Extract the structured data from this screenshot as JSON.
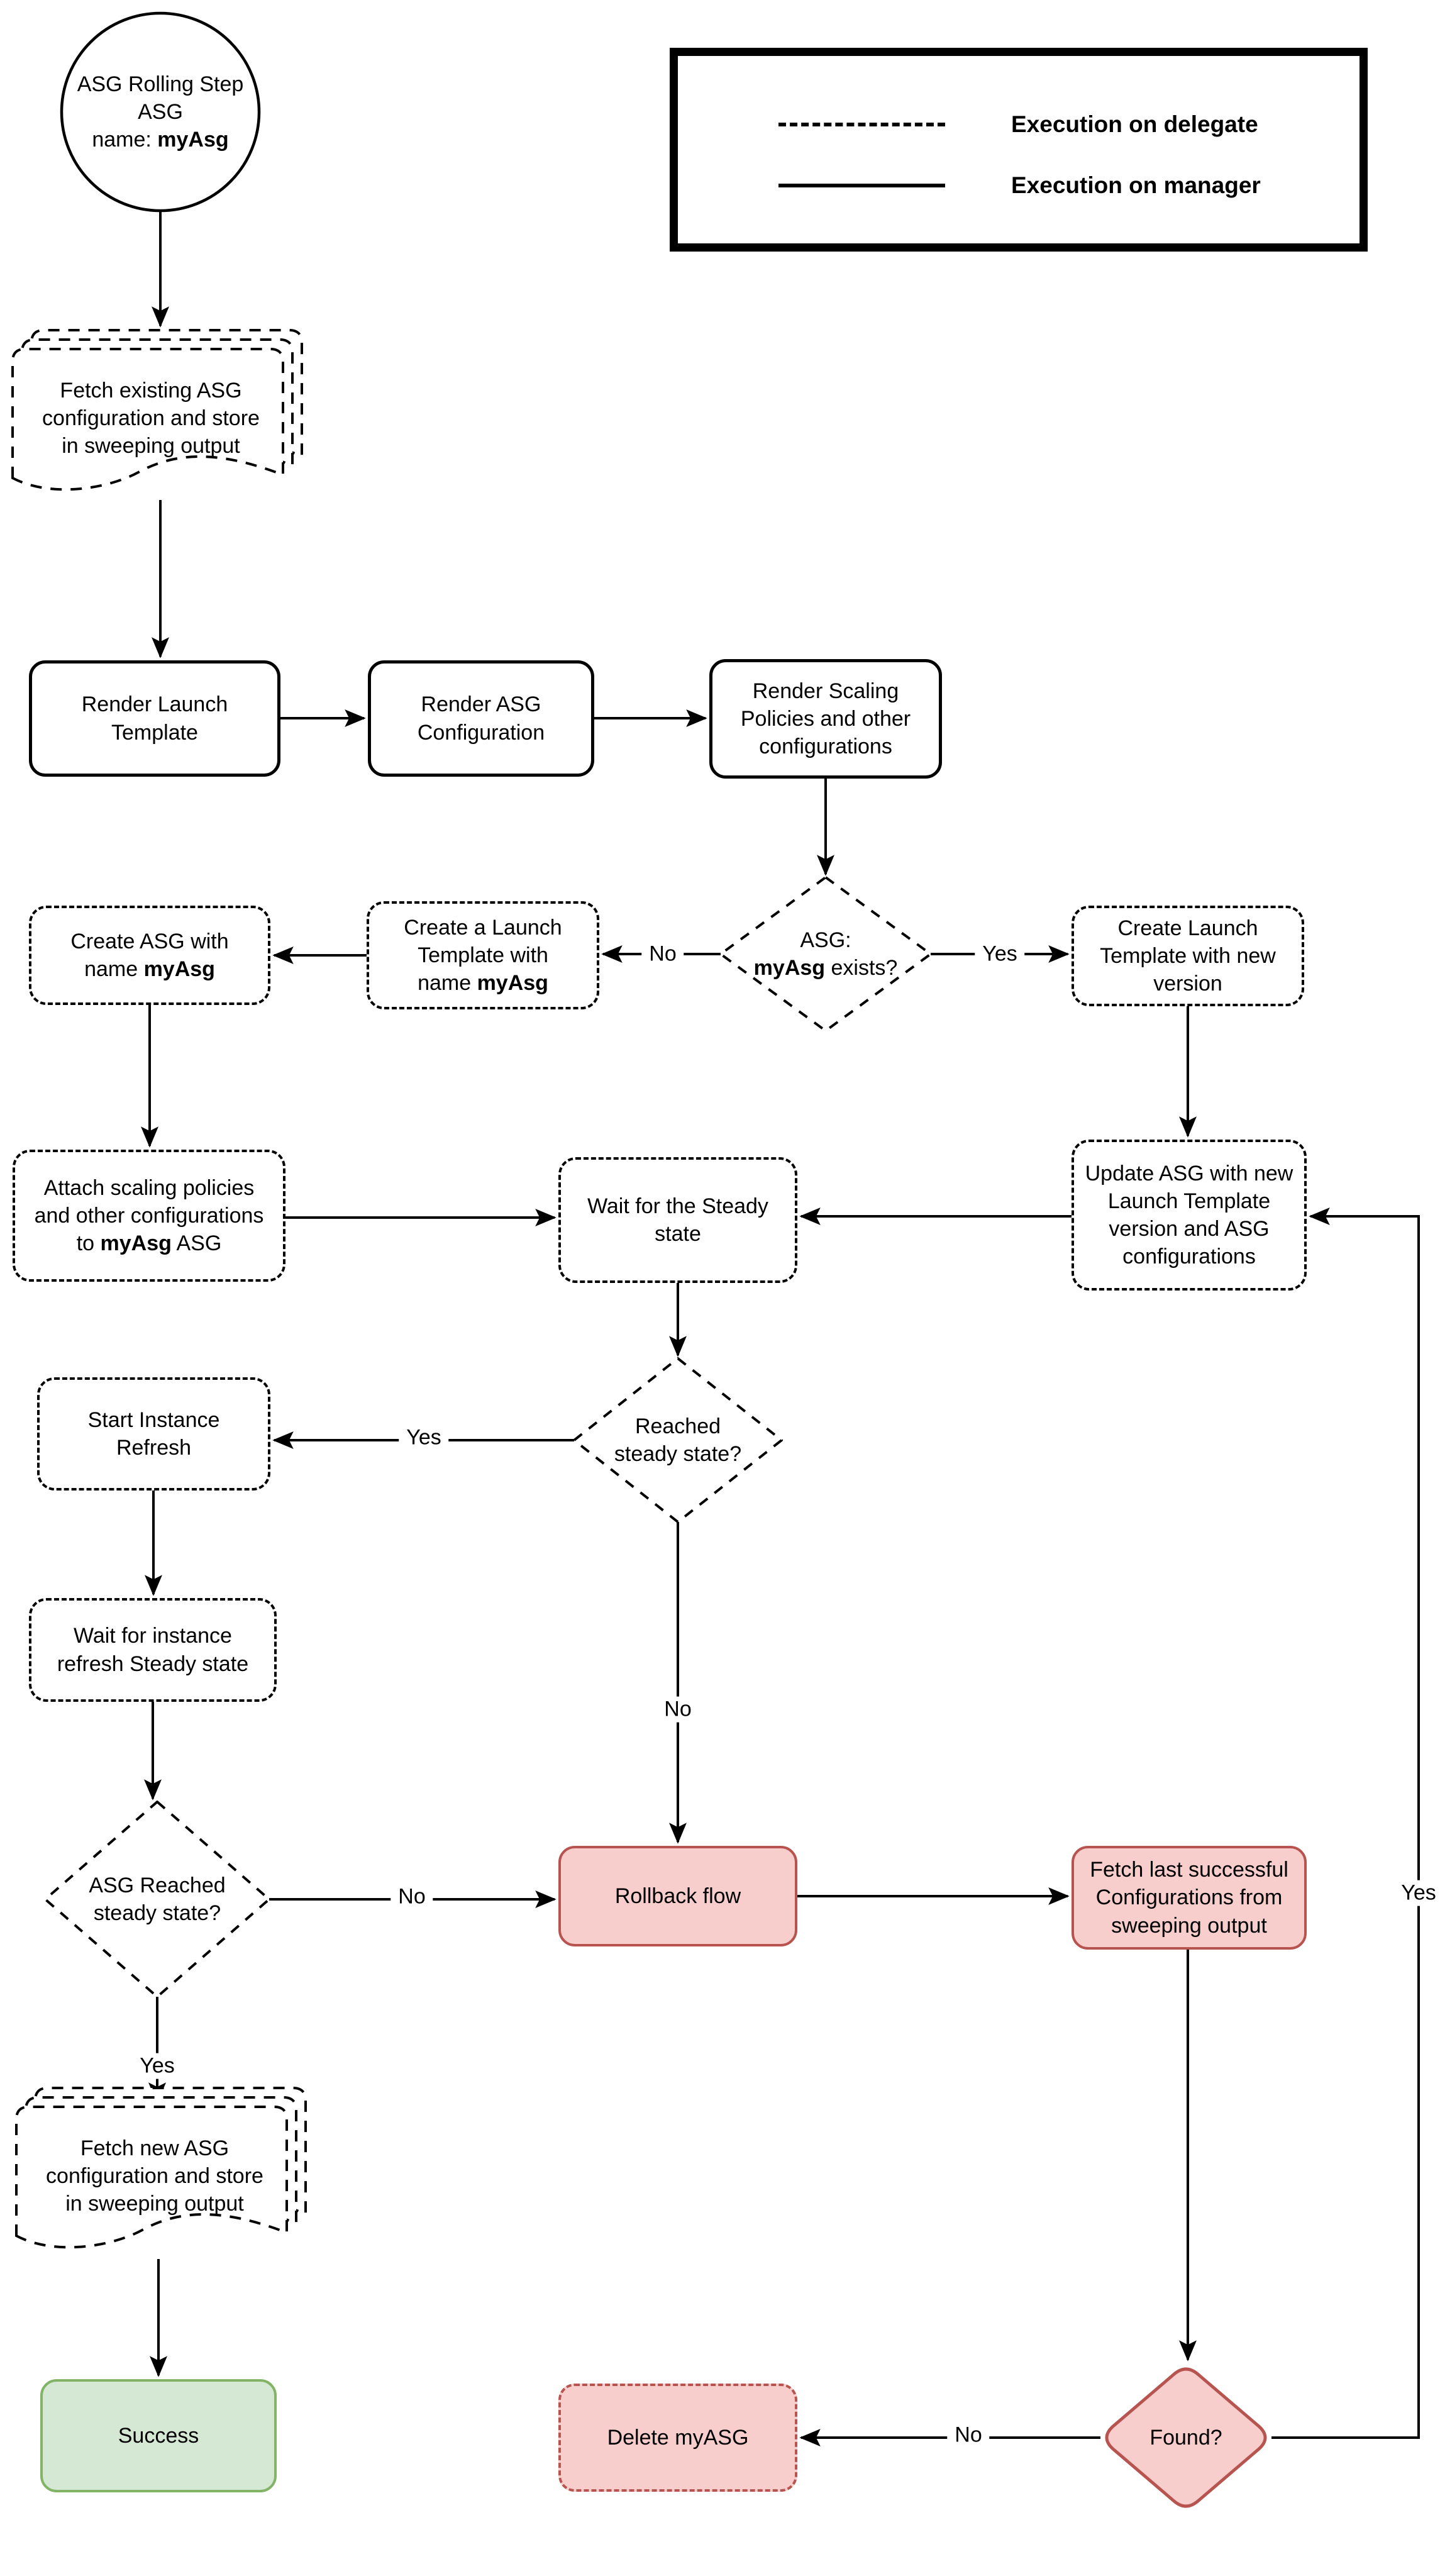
{
  "legend": {
    "delegate_label": "Execution on delegate",
    "manager_label": "Execution on manager"
  },
  "nodes": {
    "start_circle": {
      "line1": "ASG Rolling Step",
      "line2": "ASG",
      "line3_prefix": "name: ",
      "line3_bold": "myAsg"
    },
    "fetch_existing": {
      "text": "Fetch existing ASG\nconfiguration and store\nin sweeping output"
    },
    "render_launch_template": {
      "text": "Render Launch\nTemplate"
    },
    "render_asg_configuration": {
      "text": "Render ASG\nConfiguration"
    },
    "render_scaling_policies": {
      "text": "Render Scaling\nPolicies and other\nconfigurations"
    },
    "asg_exists_decision": {
      "line1": "ASG:",
      "line2_bold": "myAsg",
      "line2_suffix": " exists?"
    },
    "create_launch_template_named": {
      "line1": "Create a Launch",
      "line2": "Template with",
      "line3_prefix": "name ",
      "line3_bold": "myAsg"
    },
    "create_asg": {
      "line1": "Create ASG with",
      "line2_prefix": "name ",
      "line2_bold": "myAsg"
    },
    "create_launch_template_new_version": {
      "text": "Create Launch\nTemplate with new\nversion"
    },
    "attach_scaling_policies": {
      "line1": "Attach scaling policies",
      "line2": "and other configurations",
      "line3_prefix": "to ",
      "line3_bold": "myAsg",
      "line3_suffix": " ASG"
    },
    "wait_steady_state": {
      "text": "Wait for the Steady\nstate"
    },
    "update_asg": {
      "text": "Update ASG with new\nLaunch Template\nversion and ASG\nconfigurations"
    },
    "reached_steady_state": {
      "text": "Reached\nsteady state?"
    },
    "start_instance_refresh": {
      "text": "Start Instance\nRefresh"
    },
    "wait_instance_refresh": {
      "text": "Wait for instance\nrefresh Steady state"
    },
    "asg_reached_steady_state": {
      "text": "ASG Reached\nsteady state?"
    },
    "rollback_flow": {
      "text": "Rollback flow"
    },
    "fetch_last_successful": {
      "text": "Fetch last successful\nConfigurations from\nsweeping output"
    },
    "fetch_new_asg": {
      "text": "Fetch new ASG\nconfiguration and store\nin sweeping output"
    },
    "success": {
      "text": "Success"
    },
    "delete_myasg": {
      "text": "Delete myASG"
    },
    "found_decision": {
      "text": "Found?"
    }
  },
  "edge_labels": {
    "asg_exists_no": "No",
    "asg_exists_yes": "Yes",
    "reached_yes": "Yes",
    "reached_no": "No",
    "asg_reached_no": "No",
    "asg_reached_yes": "Yes",
    "found_no": "No",
    "found_yes": "Yes"
  },
  "colors": {
    "pink_fill": "#f8cecc",
    "red_border": "#b85450",
    "green_fill": "#d5e8d4",
    "green_border": "#82b366",
    "line": "#000000"
  }
}
